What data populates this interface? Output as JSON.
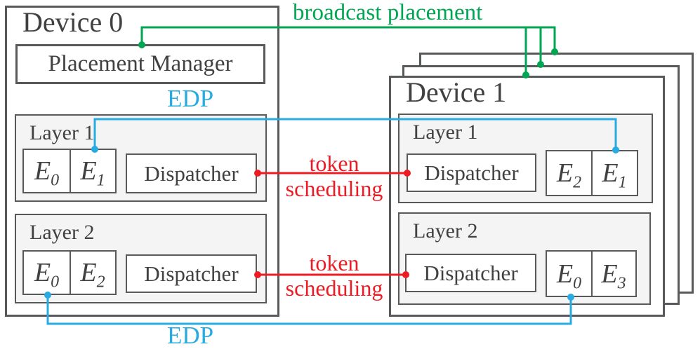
{
  "colors": {
    "green": "#00A651",
    "cyan": "#29ABE2",
    "red": "#ED1C24",
    "border": "#58595B",
    "text": "#414042",
    "layerfill": "#F4F4F4"
  },
  "annotations": {
    "broadcast": "broadcast placement",
    "edp_top": "EDP",
    "edp_bottom": "EDP",
    "token_top": {
      "line1": "token",
      "line2": "scheduling"
    },
    "token_bottom": {
      "line1": "token",
      "line2": "scheduling"
    }
  },
  "device0": {
    "title": "Device 0",
    "placement_manager": "Placement Manager",
    "layers": [
      {
        "label": "Layer 1",
        "dispatcher": "Dispatcher",
        "experts": [
          {
            "main": "E",
            "sub": "0"
          },
          {
            "main": "E",
            "sub": "1"
          }
        ]
      },
      {
        "label": "Layer 2",
        "dispatcher": "Dispatcher",
        "experts": [
          {
            "main": "E",
            "sub": "0"
          },
          {
            "main": "E",
            "sub": "2"
          }
        ]
      }
    ]
  },
  "device1": {
    "title": "Device 1",
    "layers": [
      {
        "label": "Layer 1",
        "dispatcher": "Dispatcher",
        "experts": [
          {
            "main": "E",
            "sub": "2"
          },
          {
            "main": "E",
            "sub": "1"
          }
        ]
      },
      {
        "label": "Layer 2",
        "dispatcher": "Dispatcher",
        "experts": [
          {
            "main": "E",
            "sub": "0"
          },
          {
            "main": "E",
            "sub": "3"
          }
        ]
      }
    ]
  }
}
